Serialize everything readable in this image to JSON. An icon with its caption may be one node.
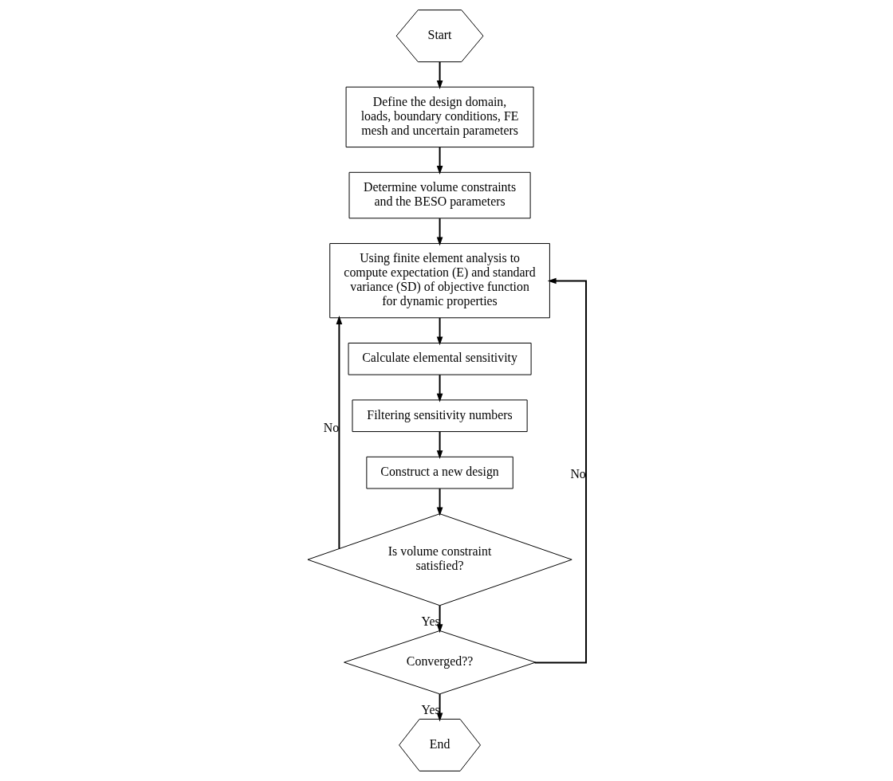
{
  "diagram": {
    "nodes": [
      {
        "text": [
          "Start"
        ]
      },
      {
        "text": [
          "Define the design domain, loads, boundary conditions, FE mesh and uncertain parameters"
        ]
      },
      {
        "text": [
          "Determine volume constraints and the BESO parameters"
        ]
      },
      {
        "text": [
          "Using finite element analysis to compute expectation (E) and standard variance (SD) of objective function for dynamic properties"
        ]
      },
      {
        "text": [
          "Calculate elemental sensitivity"
        ]
      },
      {
        "text": [
          "Filtering sensitivity numbers"
        ]
      },
      {
        "text": [
          "Construct a new design"
        ]
      },
      {
        "text": [
          "Is volume constraint satisfied?"
        ]
      },
      {
        "text": [
          "Converged??"
        ]
      },
      {
        "text": [
          "End"
        ]
      }
    ],
    "edges": [
      {
        "from": 0,
        "to": 1,
        "arrow": "to"
      },
      {
        "from": 1,
        "to": 2,
        "arrow": "to"
      },
      {
        "from": 2,
        "to": 3,
        "arrow": "to"
      },
      {
        "from": 3,
        "to": 4,
        "arrow": "to"
      },
      {
        "from": 4,
        "to": 5,
        "arrow": "to"
      },
      {
        "from": 5,
        "to": 6,
        "arrow": "to"
      },
      {
        "from": 6,
        "to": 7,
        "arrow": "to"
      },
      {
        "from": 7,
        "to": 8,
        "arrow": "to",
        "label": "Yes"
      },
      {
        "from": 8,
        "to": 9,
        "arrow": "to",
        "label": "Yes"
      },
      {
        "from": 7,
        "to": 3,
        "arrow": "to",
        "label": "No"
      },
      {
        "from": 8,
        "to": 3,
        "arrow": "to",
        "label": "No"
      }
    ]
  }
}
